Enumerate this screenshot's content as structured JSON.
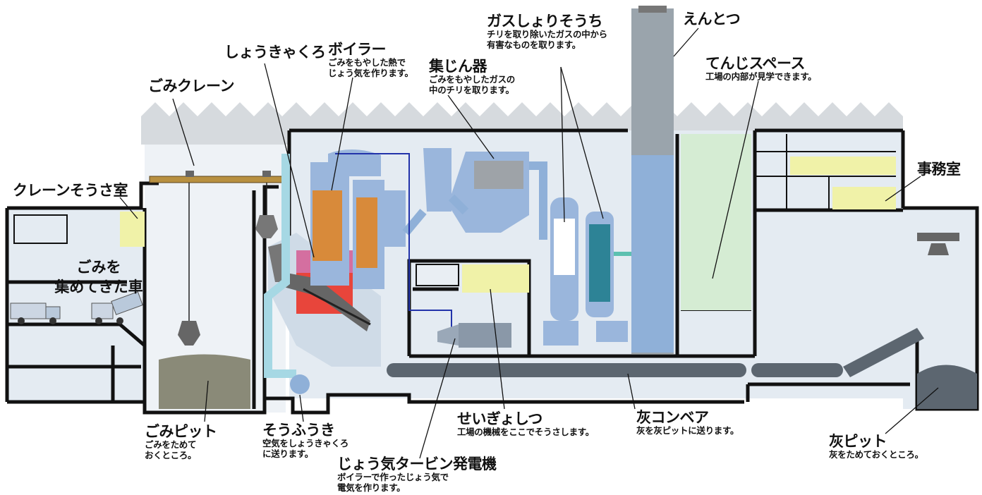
{
  "diagram": {
    "colors": {
      "wall": "#111111",
      "interior": "#e4ebf2",
      "pipe": "#8fb0d8",
      "equipment": "#9ab6dc",
      "pit_gravel": "#8a8a78",
      "display_space": "#d5ecd3",
      "window_yellow": "#f0f2a8",
      "boiler_tubes": "#d88a3a",
      "stack": "#8e99a3",
      "conveyor": "#6a7480"
    },
    "components": {
      "crane_room": {
        "title": "クレーンそうさ室"
      },
      "garbage_trucks": {
        "title_line1": "ごみを",
        "title_line2": "集めてきた車"
      },
      "garbage_crane": {
        "title": "ごみクレーン"
      },
      "garbage_pit": {
        "title": "ごみピット",
        "desc_line1": "ごみをためて",
        "desc_line2": "おくところ。"
      },
      "incinerator": {
        "title": "しょうきゃくろ"
      },
      "boiler": {
        "title": "ボイラー",
        "desc_line1": "ごみをもやした熱で",
        "desc_line2": "じょう気を作ります。"
      },
      "dust_collector": {
        "title": "集じん器",
        "desc_line1": "ごみをもやしたガスの",
        "desc_line2": "中のチリを取ります。"
      },
      "gas_treatment": {
        "title": "ガスしょりそうち",
        "desc_line1": "チリを取り除いたガスの中から",
        "desc_line2": "有害なものを取ります。"
      },
      "chimney": {
        "title": "えんとつ"
      },
      "display_space": {
        "title": "てんじスペース",
        "desc": "工場の内部が見学できます。"
      },
      "office": {
        "title": "事務室"
      },
      "blower": {
        "title": "そうふうき",
        "desc_line1": "空気をしょうきゃくろ",
        "desc_line2": "に送ります。"
      },
      "turbine": {
        "title": "じょう気タービン発電機",
        "desc_line1": "ボイラーで作ったじょう気で",
        "desc_line2": "電気を作ります。"
      },
      "control_room": {
        "title": "せいぎょしつ",
        "desc": "工場の機械をここでそうさします。"
      },
      "ash_conveyor": {
        "title": "灰コンベア",
        "desc": "灰を灰ピットに送ります。"
      },
      "ash_pit": {
        "title": "灰ピット",
        "desc": "灰をためておくところ。"
      }
    }
  }
}
